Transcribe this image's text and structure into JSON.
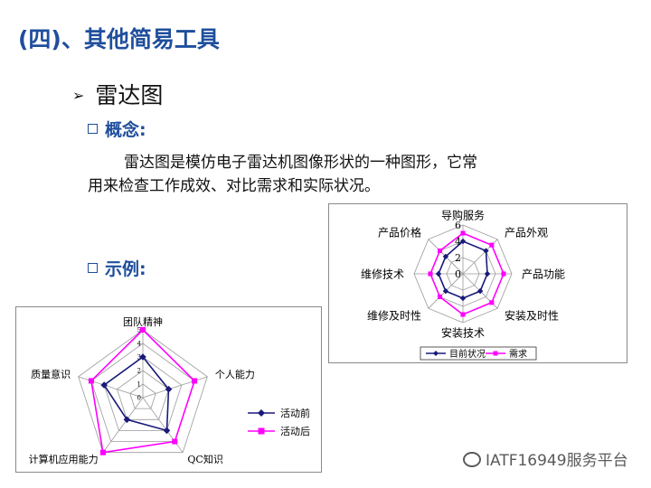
{
  "slide": {
    "title": "(四)、其他简易工具",
    "subtitle_arrow": "➢",
    "subtitle": "雷达图",
    "concept_heading": "概念:",
    "concept_line1": "雷达图是模仿电子雷达机图像形状的一种图形，它常",
    "concept_line2": "用来检查工作成效、对比需求和实际状况。",
    "example_heading": "示例:"
  },
  "watermark": {
    "text": "IATF16949服务平台"
  },
  "colors": {
    "title": "#1f4e9c",
    "series_current": "#1a1a7a",
    "series_need": "#ff00ff"
  },
  "chart_data": [
    {
      "type": "radar",
      "categories": [
        "导购服务",
        "产品外观",
        "产品功能",
        "安装及时性",
        "安装技术",
        "维修及时性",
        "维修技术",
        "产品价格"
      ],
      "tick_labels": [
        "0",
        "2",
        "4",
        "6"
      ],
      "rlim": [
        0,
        6
      ],
      "series": [
        {
          "name": "目前状况",
          "values": [
            4,
            4,
            3,
            3,
            3,
            3,
            3,
            3
          ],
          "color": "#1a1a7a",
          "marker": "diamond"
        },
        {
          "name": "需求",
          "values": [
            5,
            5,
            5,
            5,
            5,
            4,
            4,
            4
          ],
          "color": "#ff00ff",
          "marker": "square"
        }
      ],
      "legend_position": "bottom",
      "grid": true
    },
    {
      "type": "radar",
      "categories": [
        "团队精神",
        "个人能力",
        "QC知识",
        "计算机应用能力",
        "质量意识"
      ],
      "tick_labels": [
        "0",
        "1",
        "2",
        "3",
        "4",
        "5"
      ],
      "rlim": [
        0,
        5
      ],
      "series": [
        {
          "name": "活动前",
          "values": [
            3,
            2,
            3,
            2,
            3
          ],
          "color": "#1a1a7a",
          "marker": "diamond"
        },
        {
          "name": "活动后",
          "values": [
            5,
            4,
            4,
            5,
            4
          ],
          "color": "#ff00ff",
          "marker": "square"
        }
      ],
      "legend_position": "right",
      "grid": true
    }
  ]
}
